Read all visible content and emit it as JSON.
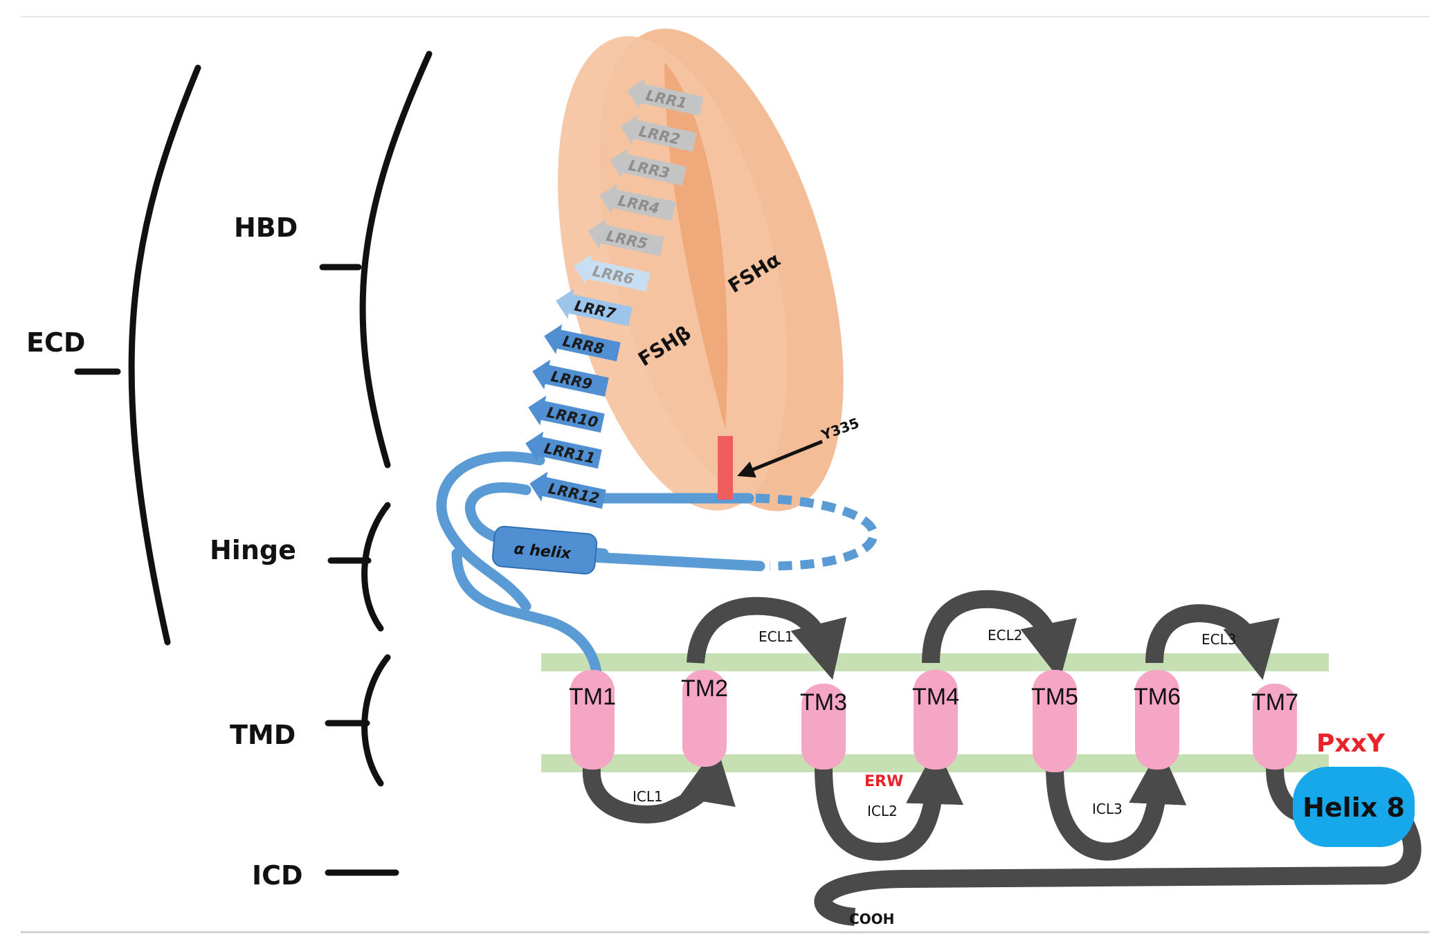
{
  "domains": {
    "ecd": "ECD",
    "hbd": "HBD",
    "hinge": "Hinge",
    "tmd": "TMD",
    "icd": "ICD"
  },
  "ligand": {
    "alpha": "FSHα",
    "beta": "FSHβ",
    "colors": {
      "alpha": "#f2b68c",
      "beta": "#f5c3a0",
      "overlap": "#eda271"
    }
  },
  "lrr": [
    {
      "label": "LRR1",
      "color": "#c4c4c4",
      "text": "#8d8d8d"
    },
    {
      "label": "LRR2",
      "color": "#c4c4c4",
      "text": "#8d8d8d"
    },
    {
      "label": "LRR3",
      "color": "#c4c4c4",
      "text": "#8d8d8d"
    },
    {
      "label": "LRR4",
      "color": "#c4c4c4",
      "text": "#8d8d8d"
    },
    {
      "label": "LRR5",
      "color": "#c4c4c4",
      "text": "#8d8d8d"
    },
    {
      "label": "LRR6",
      "color": "#c8def2",
      "text": "#9a9a9a"
    },
    {
      "label": "LRR7",
      "color": "#9dc4ea",
      "text": "#1b1b1b"
    },
    {
      "label": "LRR8",
      "color": "#4f8fd2",
      "text": "#1b1b1b"
    },
    {
      "label": "LRR9",
      "color": "#4f8fd2",
      "text": "#1b1b1b"
    },
    {
      "label": "LRR10",
      "color": "#4f8fd2",
      "text": "#1b1b1b"
    },
    {
      "label": "LRR11",
      "color": "#4f8fd2",
      "text": "#1b1b1b"
    },
    {
      "label": "LRR12",
      "color": "#4f8fd2",
      "text": "#1b1b1b"
    }
  ],
  "hinge": {
    "helix_label": "α helix",
    "mutation_label": "Y335",
    "mutation_color": "#ef5d5d"
  },
  "tm": [
    "TM1",
    "TM2",
    "TM3",
    "TM4",
    "TM5",
    "TM6",
    "TM7"
  ],
  "ecl": [
    "ECL1",
    "ECL2",
    "ECL3"
  ],
  "icl": [
    "ICL1",
    "ICL2",
    "ICL3"
  ],
  "motifs": {
    "erw": "ERW",
    "pxxy": "PxxY"
  },
  "helix8": "Helix 8",
  "cterm": "COOH",
  "colors": {
    "membrane": "#c6dfb3",
    "tm": "#f5a6c5",
    "loop": "#4a4a4a",
    "receptor": "#5b9bd5",
    "helix8": "#16a8ea",
    "motif": "#e8232a"
  }
}
